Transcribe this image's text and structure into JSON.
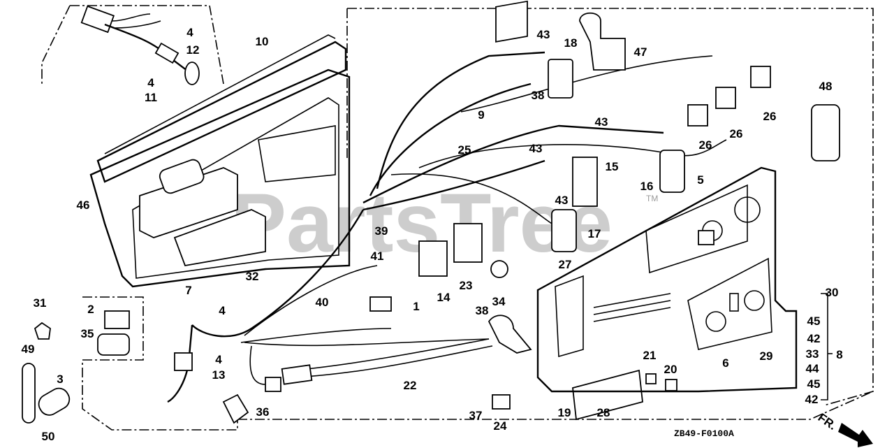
{
  "diagram": {
    "watermark": "PartsTree",
    "trademark": "TM",
    "drawing_code": "ZB49-F0100A",
    "front_arrow_label": "FR.",
    "callouts": [
      "4",
      "12",
      "4",
      "11",
      "10",
      "43",
      "18",
      "47",
      "38",
      "9",
      "43",
      "26",
      "26",
      "26",
      "48",
      "25",
      "43",
      "15",
      "16",
      "5",
      "46",
      "43",
      "39",
      "17",
      "41",
      "27",
      "7",
      "32",
      "14",
      "23",
      "34",
      "40",
      "1",
      "31",
      "2",
      "35",
      "4",
      "4",
      "13",
      "38",
      "30",
      "45",
      "42",
      "33",
      "8",
      "44",
      "45",
      "42",
      "6",
      "29",
      "21",
      "20",
      "3",
      "49",
      "22",
      "19",
      "28",
      "36",
      "37",
      "24",
      "50"
    ]
  }
}
